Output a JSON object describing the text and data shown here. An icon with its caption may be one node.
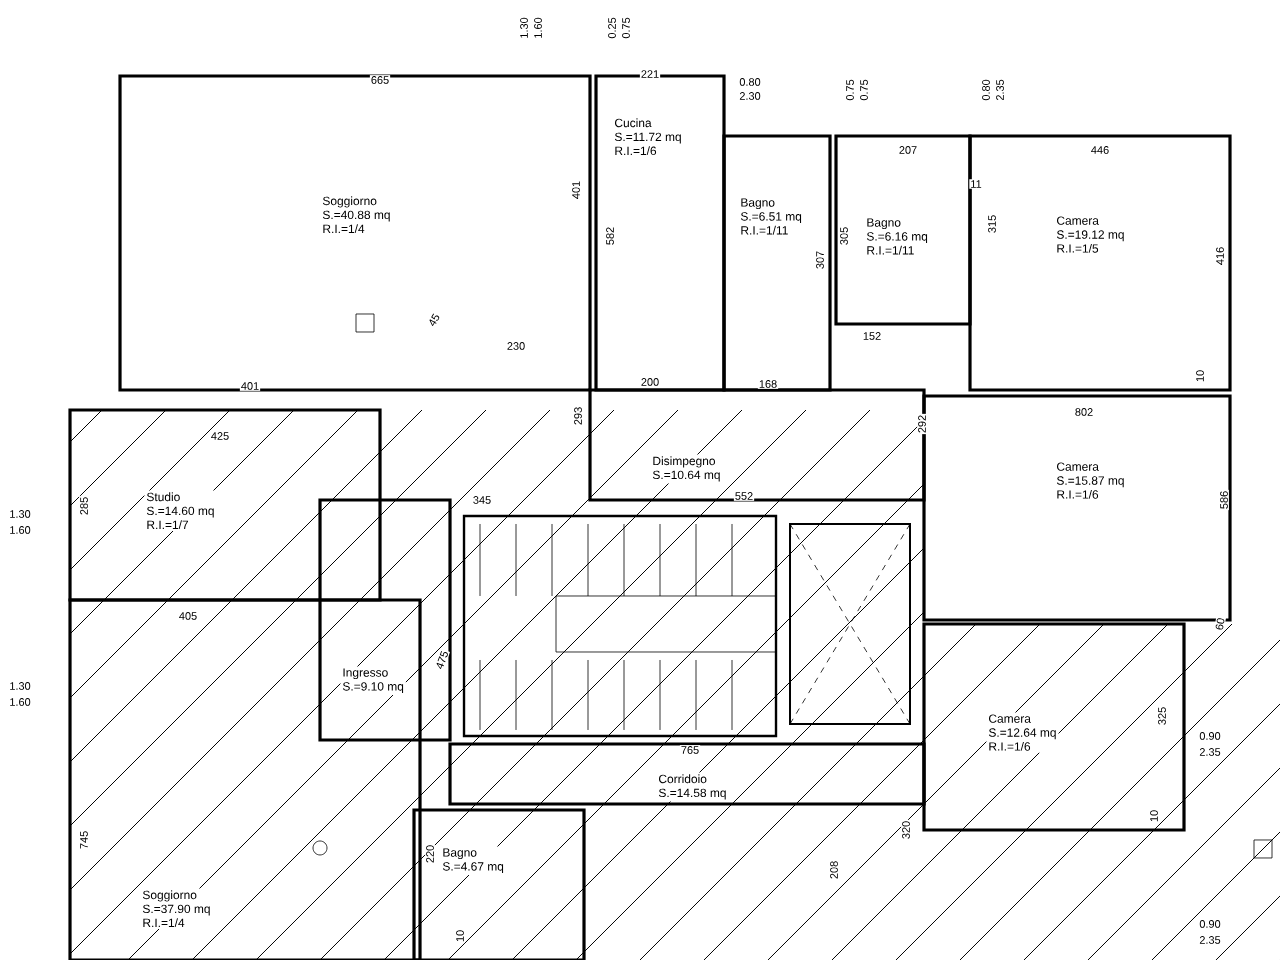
{
  "diagram": {
    "nodes": [
      {
        "text": [
          "Soggiorno",
          "S.=40.88 mq",
          "R.I.=1/4"
        ]
      },
      {
        "text": [
          "Cucina",
          "S.=11.72 mq",
          "R.I.=1/6"
        ]
      },
      {
        "text": [
          "Bagno",
          "S.=6.51 mq",
          "R.I.=1/11"
        ]
      },
      {
        "text": [
          "Bagno",
          "S.=6.16 mq",
          "R.I.=1/11"
        ]
      },
      {
        "text": [
          "Camera",
          "S.=19.12 mq",
          "R.I.=1/5"
        ]
      },
      {
        "text": [
          "Studio",
          "S.=14.60 mq",
          "R.I.=1/7"
        ]
      },
      {
        "text": [
          "Disimpegno",
          "S.=10.64 mq"
        ]
      },
      {
        "text": [
          "Camera",
          "S.=15.87 mq",
          "R.I.=1/6"
        ]
      },
      {
        "text": [
          "Ingresso",
          "S.=9.10 mq"
        ]
      },
      {
        "text": [
          "Camera",
          "S.=12.64 mq",
          "R.I.=1/6"
        ]
      },
      {
        "text": [
          "Corridoio",
          "S.=14.58 mq"
        ]
      },
      {
        "text": [
          "Soggiorno",
          "S.=37.90 mq",
          "R.I.=1/4"
        ]
      },
      {
        "text": [
          "Bagno",
          "S.=4.67 mq"
        ]
      }
    ],
    "labels": [
      "1.30",
      "1.60",
      "0.25",
      "0.75",
      "665",
      "221",
      "0.80",
      "2.30",
      "0.75",
      "0.75",
      "0.80",
      "2.35",
      "207",
      "446",
      "401",
      "582",
      "305",
      "307",
      "315",
      "11",
      "416",
      "45",
      "230",
      "152",
      "401",
      "200",
      "168",
      "10",
      "802",
      "293",
      "292",
      "425",
      "345",
      "552",
      "586",
      "1.30",
      "1.60",
      "285",
      "405",
      "475",
      "1.30",
      "1.60",
      "60",
      "765",
      "325",
      "0.90",
      "2.35",
      "745",
      "320",
      "220",
      "10",
      "208",
      "10",
      "0.90",
      "2.35"
    ]
  }
}
